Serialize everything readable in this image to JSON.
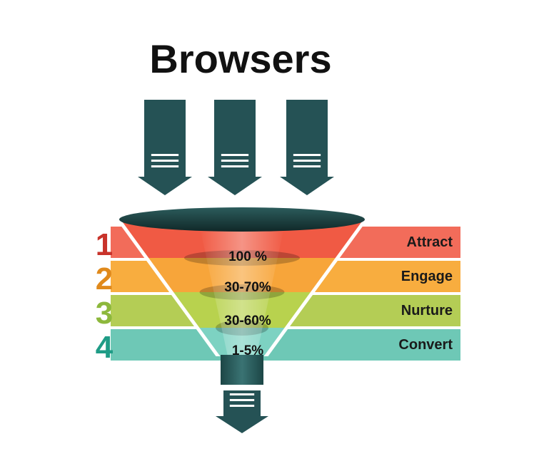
{
  "title": "Browsers",
  "colors": {
    "arrow": "#255255",
    "arrow_lines": "#ffffff",
    "funnel_rim": "#1f4747"
  },
  "icons": [
    "down-arrow-icon",
    "list-lines-icon"
  ],
  "stages": [
    {
      "number": "1",
      "label": "Attract",
      "percent": "100 %",
      "band_color": "#f26c5a",
      "number_color": "#c8332b",
      "funnel_color": "#f05a44"
    },
    {
      "number": "2",
      "label": "Engage",
      "percent": "30-70%",
      "band_color": "#f8ad3f",
      "number_color": "#e08a1c",
      "funnel_color": "#f7a53a"
    },
    {
      "number": "3",
      "label": "Nurture",
      "percent": "30-60%",
      "band_color": "#b4cd55",
      "number_color": "#8db83c",
      "funnel_color": "#b8d24e"
    },
    {
      "number": "4",
      "label": "Convert",
      "percent": "1-5%",
      "band_color": "#6ec8b6",
      "number_color": "#1f9c86",
      "funnel_color": "#7dd2c2"
    }
  ]
}
